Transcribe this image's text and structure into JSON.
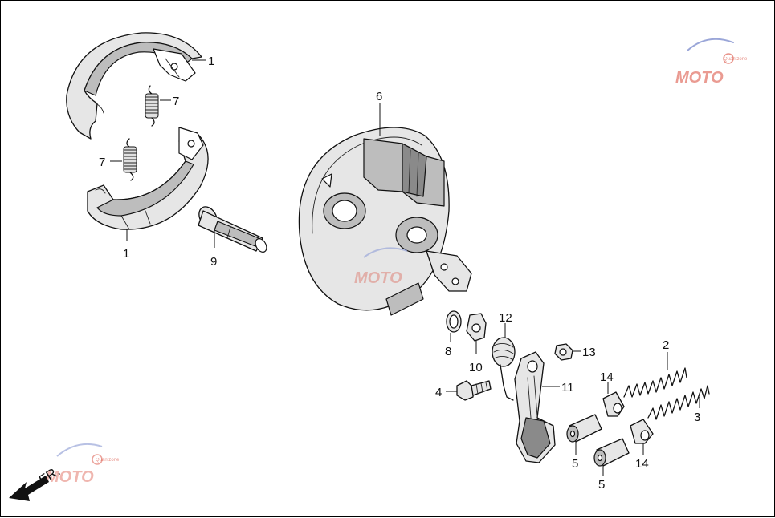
{
  "diagram": {
    "direction_label": "FR.",
    "watermark": {
      "text": "MOTO",
      "subtext": "Quantzone"
    },
    "callouts": {
      "shoe_top": "1",
      "shoe_bottom": "1",
      "spring_top": "7",
      "spring_bottom": "7",
      "cam": "9",
      "panel": "6",
      "washer": "8",
      "indicator": "10",
      "return_spring": "12",
      "nut": "13",
      "bolt": "4",
      "arm": "11",
      "spring_long": "2",
      "spring_short": "3",
      "joint_top": "14",
      "joint_bottom": "14",
      "pin_top": "5",
      "pin_bottom": "5"
    }
  }
}
